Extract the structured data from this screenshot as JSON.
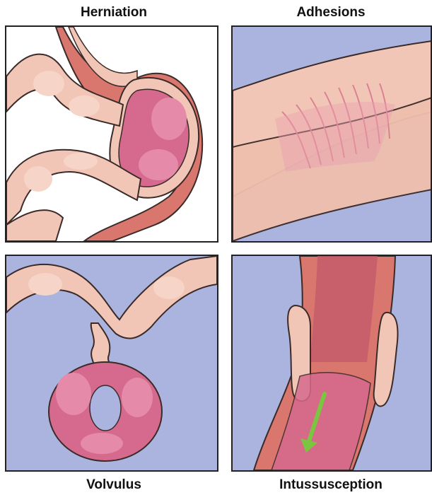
{
  "labels": {
    "herniation": "Herniation",
    "adhesions": "Adhesions",
    "volvulus": "Volvulus",
    "intussusception": "Intussusception"
  },
  "colors": {
    "background_blue": "#aab4de",
    "bowel_pale": "#f2c6b6",
    "bowel_outline": "#3a2a28",
    "bowel_pink": "#d66a8e",
    "bowel_inner": "#c25a6a",
    "wall_red": "#d9776f",
    "arrow_green": "#7cc540"
  }
}
